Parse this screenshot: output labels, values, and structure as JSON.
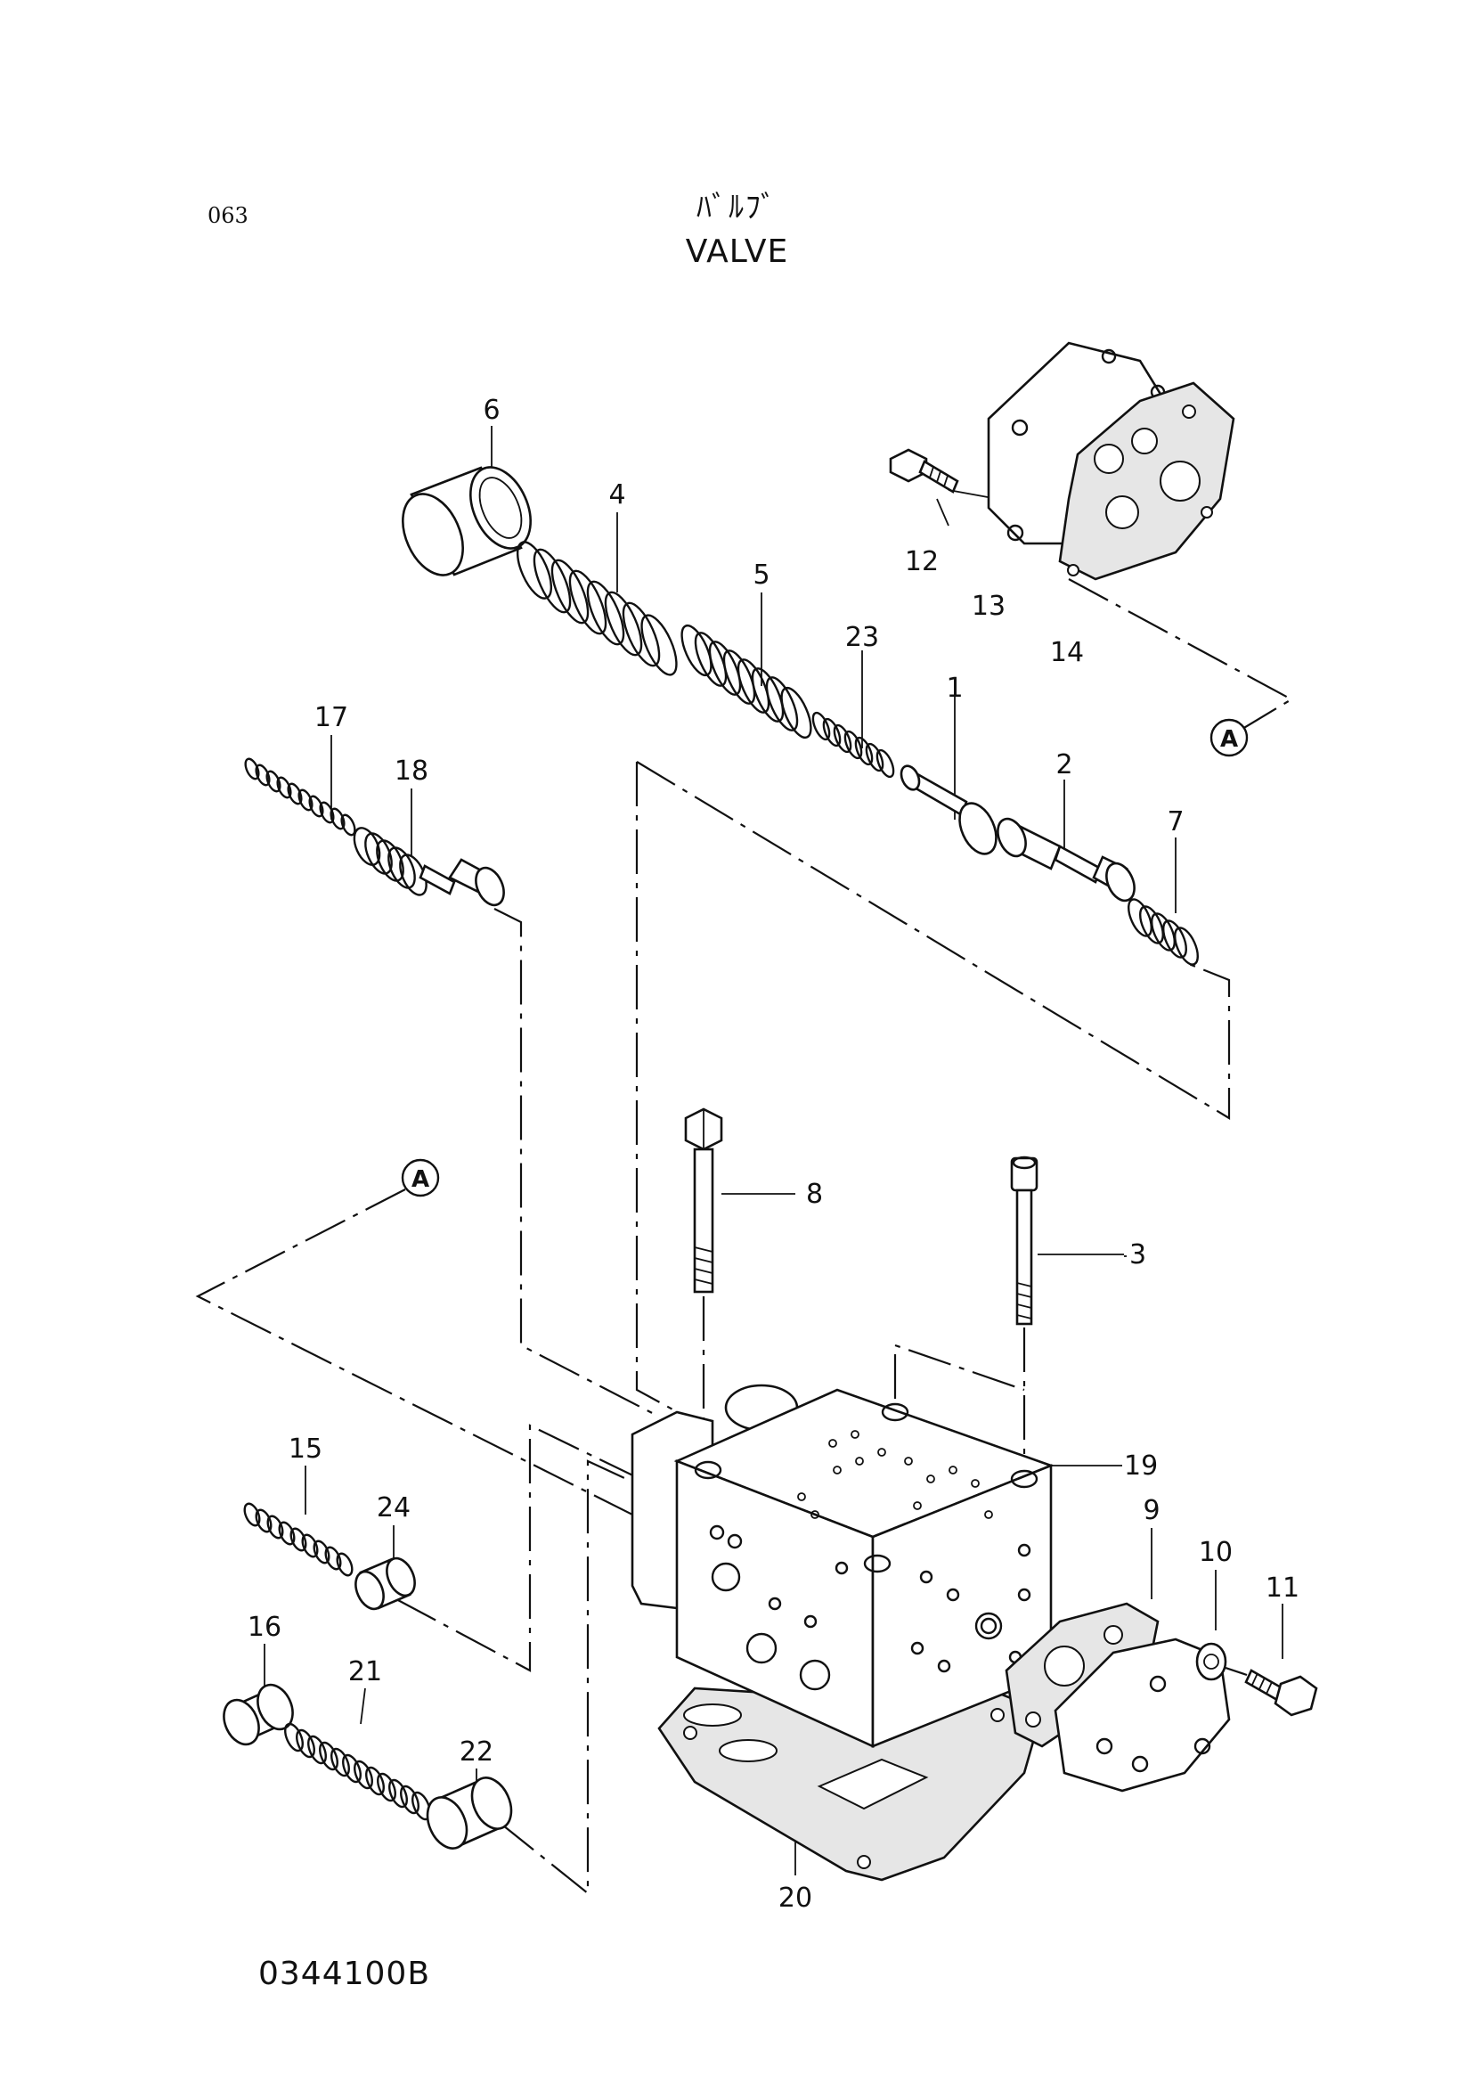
{
  "header": {
    "page_number": "063",
    "title_jp": "ﾊﾞﾙﾌﾞ",
    "title_en": "VALVE"
  },
  "footer": {
    "figure_code": "0344100B"
  },
  "callouts": [
    {
      "id": "1",
      "label": "1"
    },
    {
      "id": "2",
      "label": "2"
    },
    {
      "id": "3",
      "label": "3"
    },
    {
      "id": "4",
      "label": "4"
    },
    {
      "id": "5",
      "label": "5"
    },
    {
      "id": "6",
      "label": "6"
    },
    {
      "id": "7",
      "label": "7"
    },
    {
      "id": "8",
      "label": "8"
    },
    {
      "id": "9",
      "label": "9"
    },
    {
      "id": "10",
      "label": "10"
    },
    {
      "id": "11",
      "label": "11"
    },
    {
      "id": "12",
      "label": "12"
    },
    {
      "id": "13",
      "label": "13"
    },
    {
      "id": "14",
      "label": "14"
    },
    {
      "id": "15",
      "label": "15"
    },
    {
      "id": "16",
      "label": "16"
    },
    {
      "id": "17",
      "label": "17"
    },
    {
      "id": "18",
      "label": "18"
    },
    {
      "id": "19",
      "label": "19"
    },
    {
      "id": "20",
      "label": "20"
    },
    {
      "id": "21",
      "label": "21"
    },
    {
      "id": "22",
      "label": "22"
    },
    {
      "id": "23",
      "label": "23"
    },
    {
      "id": "24",
      "label": "24"
    }
  ],
  "reference_markers": {
    "top": "A",
    "left": "A"
  }
}
